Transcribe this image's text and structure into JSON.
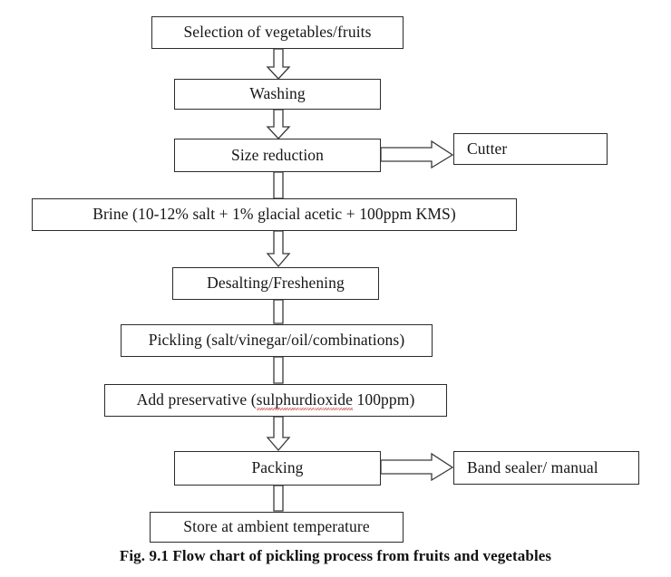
{
  "figure": {
    "caption": "Fig. 9.1 Flow chart of pickling process from fruits and vegetables",
    "type": "process-flowchart",
    "colors": {
      "box_border": "#2b2b2b",
      "box_fill": "#ffffff",
      "arrow_stroke": "#3a3a3a",
      "arrow_fill": "#ffffff",
      "text": "#161616",
      "spellcheck_underline": "#c94a4a"
    }
  },
  "nodes": {
    "selection": {
      "label": "Selection of vegetables/fruits"
    },
    "washing": {
      "label": "Washing"
    },
    "size_reduction": {
      "label": "Size reduction"
    },
    "cutter": {
      "label": "Cutter"
    },
    "brine": {
      "label": "Brine (10-12% salt + 1% glacial acetic + 100ppm KMS)"
    },
    "desalting": {
      "label": "Desalting/Freshening"
    },
    "pickling": {
      "label": "Pickling (salt/vinegar/oil/combinations)"
    },
    "preservative": {
      "label_before": "Add preservative (",
      "label_misspelled": "sulphurdioxide",
      "label_after": " 100ppm)"
    },
    "packing": {
      "label": "Packing"
    },
    "band_sealer": {
      "label": "Band sealer/ manual"
    },
    "store": {
      "label": "Store at ambient temperature"
    }
  },
  "connector_labels": {
    "selection_to_washing": "",
    "washing_to_size_reduction": "",
    "size_reduction_to_cutter": "",
    "size_reduction_to_brine": "",
    "brine_to_desalting": "",
    "desalting_to_pickling": "",
    "pickling_to_preservative": "",
    "preservative_to_packing": "",
    "packing_to_band_sealer": "",
    "packing_to_store": ""
  }
}
